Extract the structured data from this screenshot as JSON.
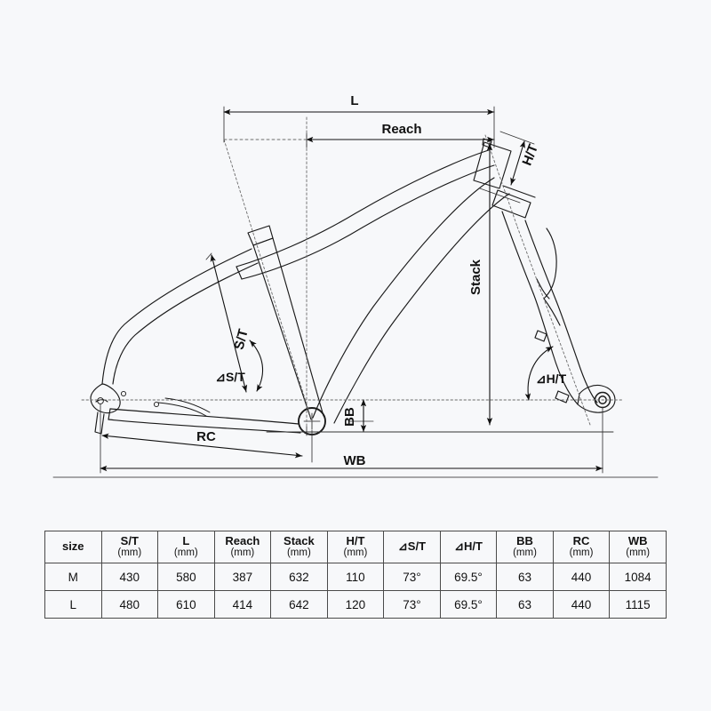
{
  "diagram": {
    "title": "bicycle-frame-geometry-diagram",
    "background_color": "#f7f8fa",
    "line_color": "#1a1a1a",
    "dimension_labels": {
      "l": "L",
      "reach": "Reach",
      "ht": "H/T",
      "stack": "Stack",
      "st": "S/T",
      "angle_st": "⊿S/T",
      "angle_ht": "⊿H/T",
      "bb": "BB",
      "rc": "RC",
      "wb": "WB"
    }
  },
  "table": {
    "name": "frame-geometry-table",
    "columns": [
      {
        "label": "size",
        "unit": ""
      },
      {
        "label": "S/T",
        "unit": "(mm)"
      },
      {
        "label": "L",
        "unit": "(mm)"
      },
      {
        "label": "Reach",
        "unit": "(mm)"
      },
      {
        "label": "Stack",
        "unit": "(mm)"
      },
      {
        "label": "H/T",
        "unit": "(mm)"
      },
      {
        "label": "⊿S/T",
        "unit": ""
      },
      {
        "label": "⊿H/T",
        "unit": ""
      },
      {
        "label": "BB",
        "unit": "(mm)"
      },
      {
        "label": "RC",
        "unit": "(mm)"
      },
      {
        "label": "WB",
        "unit": "(mm)"
      }
    ],
    "rows": [
      {
        "size": "M",
        "st": "430",
        "l": "580",
        "reach": "387",
        "stack": "632",
        "ht": "110",
        "angle_st": "73°",
        "angle_ht": "69.5°",
        "bb": "63",
        "rc": "440",
        "wb": "1084"
      },
      {
        "size": "L",
        "st": "480",
        "l": "610",
        "reach": "414",
        "stack": "642",
        "ht": "120",
        "angle_st": "73°",
        "angle_ht": "69.5°",
        "bb": "63",
        "rc": "440",
        "wb": "1115"
      }
    ]
  }
}
